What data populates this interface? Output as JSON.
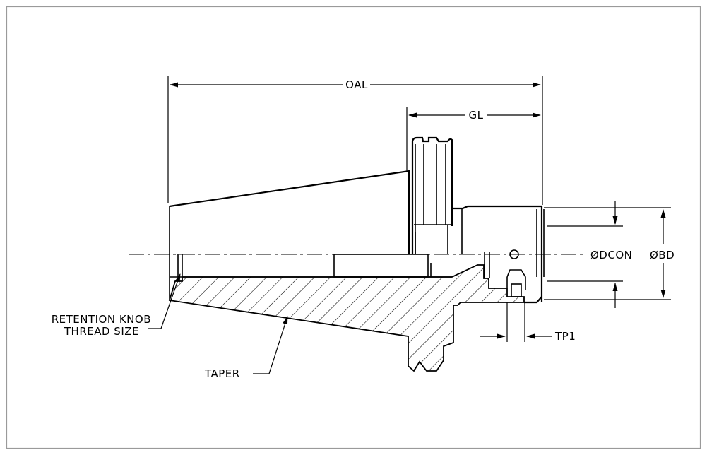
{
  "labels": {
    "oal": "OAL",
    "gl": "GL",
    "dcon": "ØDCON",
    "bd": "ØBD",
    "tp1": "TP1",
    "taper": "TAPER",
    "retention_line1": "RETENTION KNOB",
    "retention_line2": "THREAD SIZE"
  }
}
